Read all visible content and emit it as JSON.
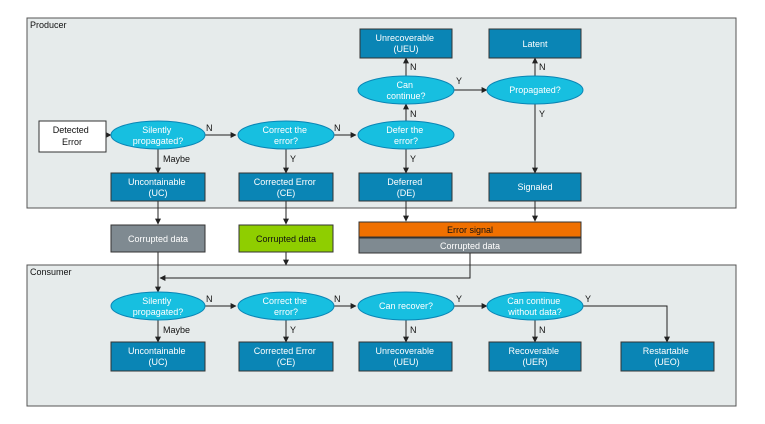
{
  "regions": {
    "producer": "Producer",
    "consumer": "Consumer"
  },
  "producer": {
    "detected_error": [
      "Detected",
      "Error"
    ],
    "silently_propagated": [
      "Silently",
      "propagated?"
    ],
    "correct_the_error": [
      "Correct the",
      "error?"
    ],
    "defer_the_error": [
      "Defer the",
      "error?"
    ],
    "can_continue": [
      "Can",
      "continue?"
    ],
    "propagated": [
      "Propagated?"
    ],
    "unrecoverable": [
      "Unrecoverable",
      "(UEU)"
    ],
    "latent": [
      "Latent"
    ],
    "uncontainable": [
      "Uncontainable",
      "(UC)"
    ],
    "corrected_error": [
      "Corrected Error",
      "(CE)"
    ],
    "deferred": [
      "Deferred",
      "(DE)"
    ],
    "signaled": [
      "Signaled"
    ]
  },
  "middle": {
    "corrupted_data_left": "Corrupted data",
    "corrupted_data_green": "Corrupted data",
    "error_signal": "Error signal",
    "corrupted_data_right": "Corrupted data"
  },
  "consumer": {
    "silently_propagated": [
      "Silently",
      "propagated?"
    ],
    "correct_the_error": [
      "Correct the",
      "error?"
    ],
    "can_recover": [
      "Can recover?"
    ],
    "can_continue_without_data": [
      "Can continue",
      "without data?"
    ],
    "uncontainable": [
      "Uncontainable",
      "(UC)"
    ],
    "corrected_error": [
      "Corrected Error",
      "(CE)"
    ],
    "unrecoverable": [
      "Unrecoverable",
      "(UEU)"
    ],
    "recoverable": [
      "Recoverable",
      "(UER)"
    ],
    "restartable": [
      "Restartable",
      "(UEO)"
    ]
  },
  "edge_labels": {
    "n": "N",
    "y": "Y",
    "maybe": "Maybe"
  },
  "colors": {
    "region_fill": "#e6ebeb",
    "decision_fill": "#17bfe0",
    "outcome_fill": "#0a85b5",
    "gray_fill": "#7f8a91",
    "green_fill": "#8fce00",
    "orange_fill": "#f07000",
    "line": "#222222"
  }
}
